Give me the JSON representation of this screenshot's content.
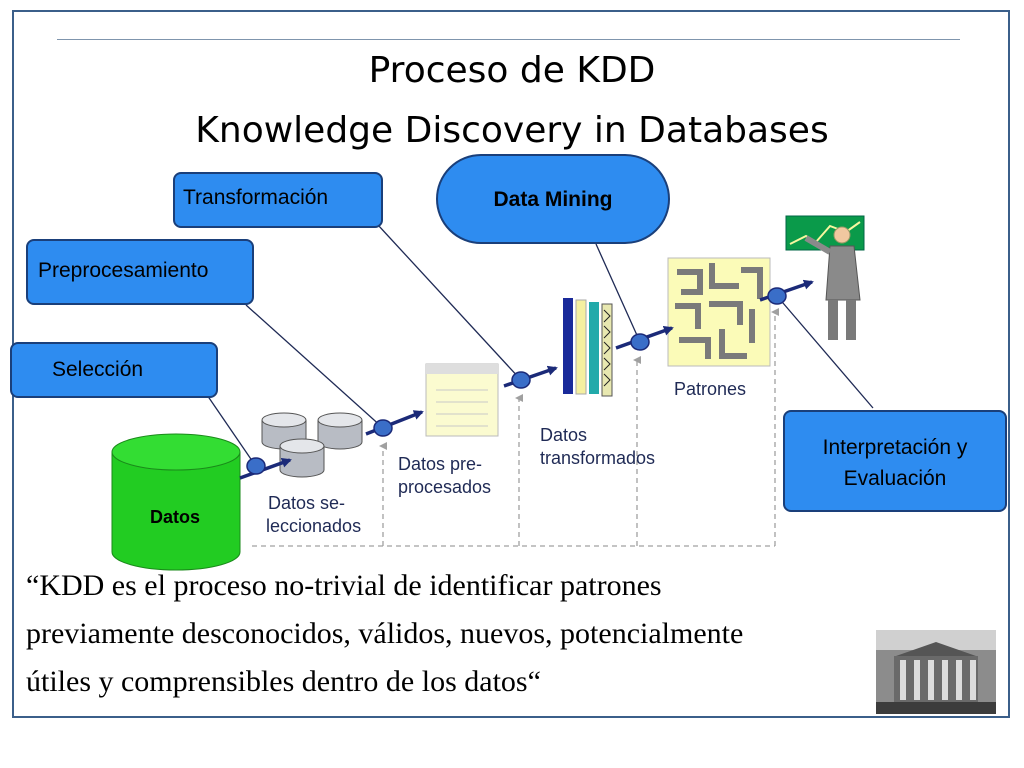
{
  "title": {
    "line1": "Proceso de KDD",
    "line2": "Knowledge Discovery in Databases"
  },
  "steps": {
    "seleccion": "Selección",
    "preprocesamiento": "Preprocesamiento",
    "transformacion": "Transformación",
    "data_mining": "Data Mining",
    "interpretacion_line1": "Interpretación   y",
    "interpretacion_line2": "Evaluación"
  },
  "stages": {
    "datos": "Datos",
    "seleccionados_1": "Datos se-",
    "seleccionados_2": "leccionados",
    "preprocesados_1": "Datos pre-",
    "preprocesados_2": "procesados",
    "transformados_1": "Datos",
    "transformados_2": "transformados",
    "patrones": "Patrones"
  },
  "quote": {
    "line1": "“KDD es el proceso no-trivial de identificar patrones",
    "line2": "previamente desconocidos, válidos, nuevos, potencialmente",
    "line3": "útiles y comprensibles dentro de los datos“"
  },
  "colors": {
    "box_fill": "#2e8cf0",
    "box_border": "#1a3f7a",
    "cylinder": "#22cc22",
    "arrow": "#1b2a78",
    "frame": "#3b5f8a"
  }
}
